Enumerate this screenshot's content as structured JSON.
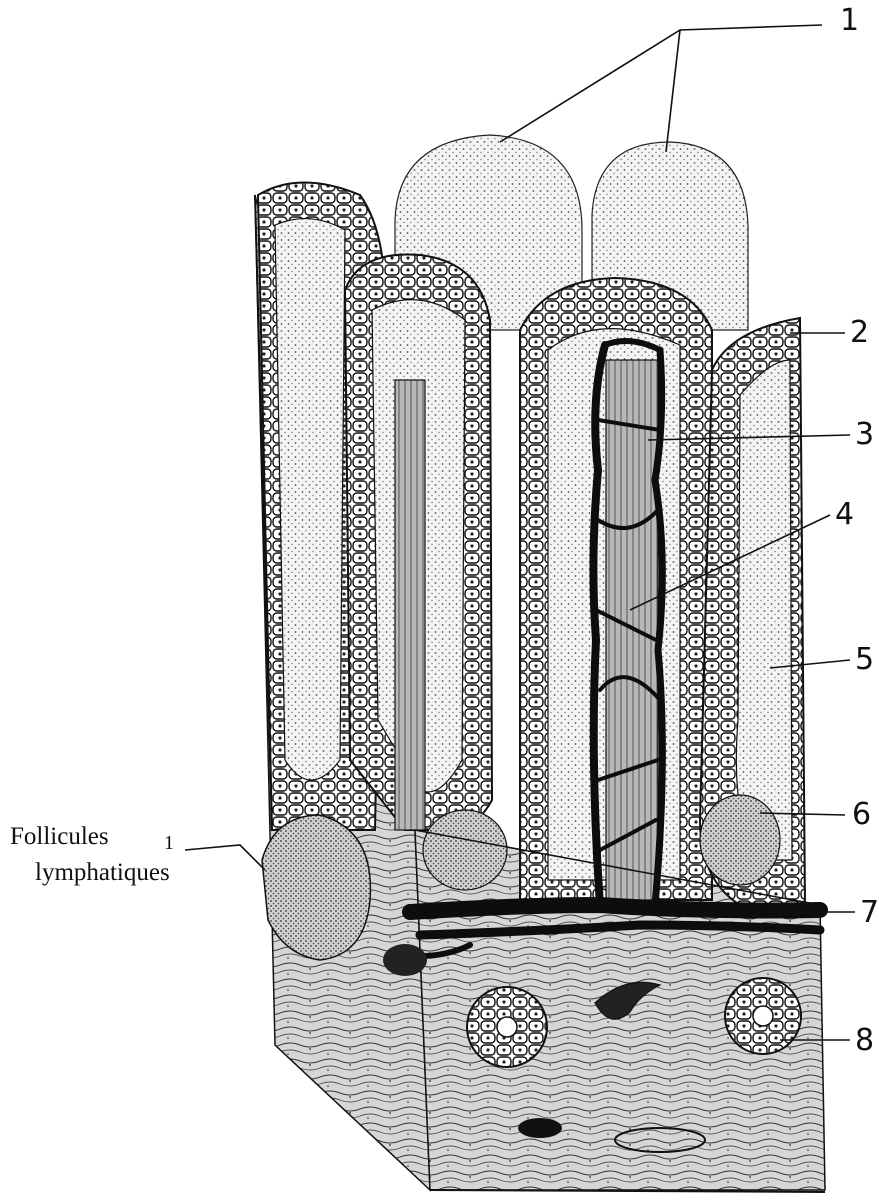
{
  "labels": {
    "l1": "1",
    "l2": "2",
    "l3": "3",
    "l4": "4",
    "l5": "5",
    "l6": "6",
    "l7": "7",
    "l8": "8",
    "follicles_line1": "Follicules",
    "follicles_line2": "lymphatiques",
    "follicles_mark": "1"
  },
  "colors": {
    "ink": "#111111",
    "stipple": "#6b6b6b",
    "light_tissue": "#dcdcdc",
    "paper": "#ffffff"
  }
}
